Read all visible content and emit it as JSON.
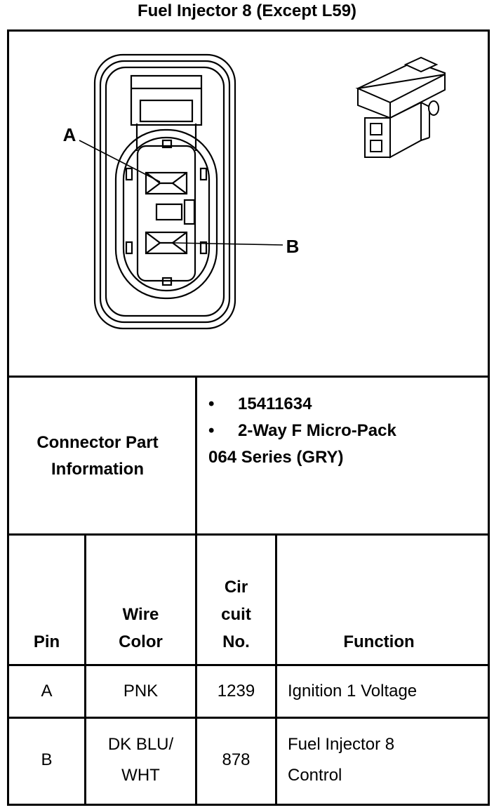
{
  "title": "Fuel Injector 8 (Except L59)",
  "diagram": {
    "pin_a_label": "A",
    "pin_b_label": "B"
  },
  "connector_info": {
    "label": "Connector Part Information",
    "bullet": "•",
    "part_number": "15411634",
    "description_line1": "2-Way F Micro-Pack",
    "description_line2": "064 Series (GRY)"
  },
  "table": {
    "headers": {
      "pin": "Pin",
      "wire_color_line1": "Wire",
      "wire_color_line2": "Color",
      "circuit_line1": "Cir",
      "circuit_line2": "cuit",
      "circuit_line3": "No.",
      "function": "Function"
    },
    "rows": [
      {
        "pin": "A",
        "wire_color_line1": "PNK",
        "wire_color_line2": "",
        "circuit": "1239",
        "function_line1": "Ignition 1 Voltage",
        "function_line2": ""
      },
      {
        "pin": "B",
        "wire_color_line1": "DK BLU/",
        "wire_color_line2": "WHT",
        "circuit": "878",
        "function_line1": "Fuel Injector 8",
        "function_line2": "Control"
      }
    ]
  }
}
